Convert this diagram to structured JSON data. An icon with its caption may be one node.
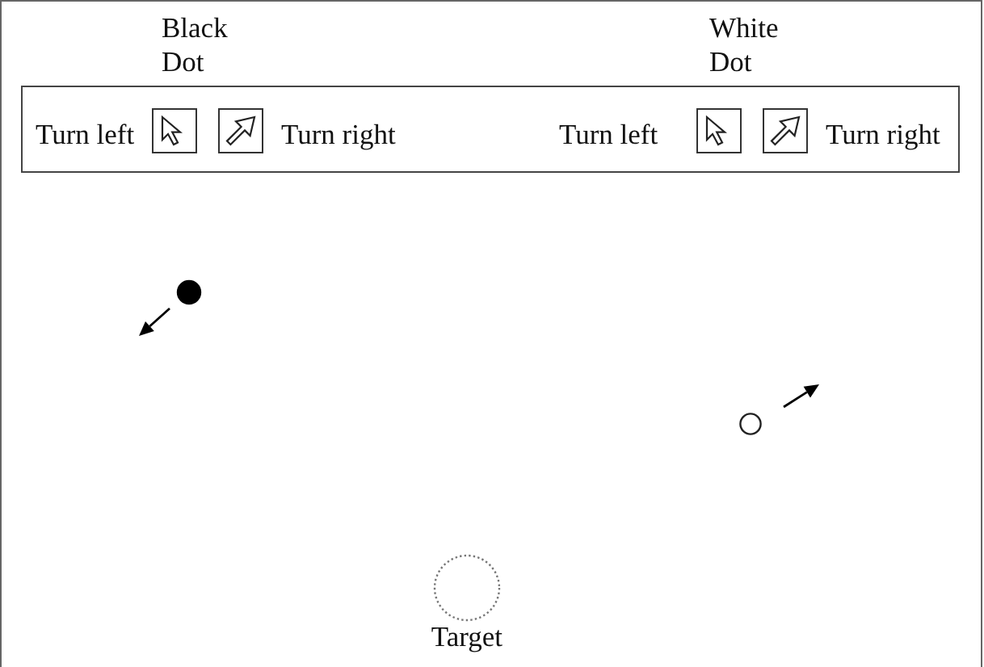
{
  "diagram": {
    "nodes": [
      {
        "text": [
          "Turn left",
          "Turn right",
          "Turn left",
          "Turn right"
        ],
        "beside": [
          "Black Dot",
          "White Dot"
        ]
      },
      {
        "text": [],
        "shape": "circle"
      },
      {
        "text": [],
        "shape": "circle"
      },
      {
        "text": [
          "Target"
        ]
      }
    ]
  }
}
